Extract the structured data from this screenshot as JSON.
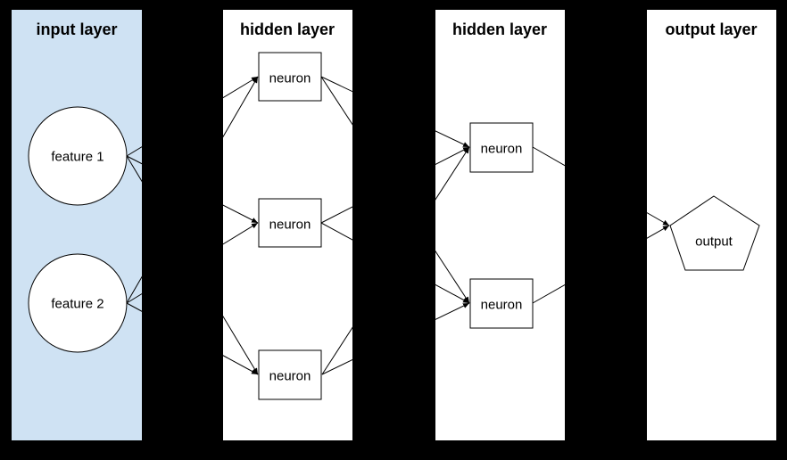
{
  "diagram": {
    "type": "neural-network",
    "colors": {
      "background": "#000000",
      "input_panel_fill": "#cfe2f3",
      "hidden_panel_fill": "#ffffff",
      "output_panel_fill": "#ffffff",
      "node_fill": "#ffffff",
      "stroke": "#000000",
      "text": "#000000"
    },
    "layers": [
      {
        "id": "input",
        "title": "input layer",
        "nodes": [
          {
            "id": "feature1",
            "label": "feature 1",
            "shape": "circle"
          },
          {
            "id": "feature2",
            "label": "feature 2",
            "shape": "circle"
          }
        ]
      },
      {
        "id": "hidden1",
        "title": "hidden layer",
        "nodes": [
          {
            "id": "h1a",
            "label": "neuron",
            "shape": "rectangle"
          },
          {
            "id": "h1b",
            "label": "neuron",
            "shape": "rectangle"
          },
          {
            "id": "h1c",
            "label": "neuron",
            "shape": "rectangle"
          }
        ]
      },
      {
        "id": "hidden2",
        "title": "hidden layer",
        "nodes": [
          {
            "id": "h2a",
            "label": "neuron",
            "shape": "rectangle"
          },
          {
            "id": "h2b",
            "label": "neuron",
            "shape": "rectangle"
          }
        ]
      },
      {
        "id": "output",
        "title": "output layer",
        "nodes": [
          {
            "id": "out",
            "label": "output",
            "shape": "pentagon"
          }
        ]
      }
    ],
    "edges": [
      {
        "from": "feature1",
        "to": "h1a"
      },
      {
        "from": "feature1",
        "to": "h1b"
      },
      {
        "from": "feature1",
        "to": "h1c"
      },
      {
        "from": "feature2",
        "to": "h1a"
      },
      {
        "from": "feature2",
        "to": "h1b"
      },
      {
        "from": "feature2",
        "to": "h1c"
      },
      {
        "from": "h1a",
        "to": "h2a"
      },
      {
        "from": "h1a",
        "to": "h2b"
      },
      {
        "from": "h1b",
        "to": "h2a"
      },
      {
        "from": "h1b",
        "to": "h2b"
      },
      {
        "from": "h1c",
        "to": "h2a"
      },
      {
        "from": "h1c",
        "to": "h2b"
      },
      {
        "from": "h2a",
        "to": "out"
      },
      {
        "from": "h2b",
        "to": "out"
      }
    ]
  }
}
